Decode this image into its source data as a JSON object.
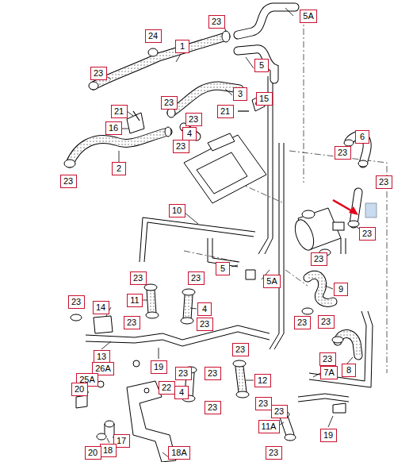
{
  "diagram": {
    "nodes": [
      {
        "text": [
          "23"
        ]
      },
      {
        "text": [
          "5A"
        ]
      },
      {
        "text": [
          "24"
        ]
      },
      {
        "text": [
          "1"
        ]
      },
      {
        "text": [
          "23"
        ]
      },
      {
        "text": [
          "5"
        ]
      },
      {
        "text": [
          "23"
        ]
      },
      {
        "text": [
          "3"
        ]
      },
      {
        "text": [
          "21"
        ]
      },
      {
        "text": [
          "15"
        ]
      },
      {
        "text": [
          "21"
        ]
      },
      {
        "text": [
          "16"
        ]
      },
      {
        "text": [
          "23"
        ]
      },
      {
        "text": [
          "4"
        ]
      },
      {
        "text": [
          "23"
        ]
      },
      {
        "text": [
          "6"
        ]
      },
      {
        "text": [
          "23"
        ]
      },
      {
        "text": [
          "23"
        ]
      },
      {
        "text": [
          "2"
        ]
      },
      {
        "text": [
          "23"
        ]
      },
      {
        "text": [
          "10"
        ]
      },
      {
        "text": [
          "23"
        ]
      },
      {
        "text": [
          "23"
        ]
      },
      {
        "text": [
          "5"
        ]
      },
      {
        "text": [
          "5A"
        ]
      },
      {
        "text": [
          "9"
        ]
      },
      {
        "text": [
          "23"
        ]
      },
      {
        "text": [
          "23"
        ]
      },
      {
        "text": [
          "11"
        ]
      },
      {
        "text": [
          "4"
        ]
      },
      {
        "text": [
          "23"
        ]
      },
      {
        "text": [
          "14"
        ]
      },
      {
        "text": [
          "23"
        ]
      },
      {
        "text": [
          "23"
        ]
      },
      {
        "text": [
          "23"
        ]
      },
      {
        "text": [
          "23"
        ]
      },
      {
        "text": [
          "23"
        ]
      },
      {
        "text": [
          "8"
        ]
      },
      {
        "text": [
          "13"
        ]
      },
      {
        "text": [
          "19"
        ]
      },
      {
        "text": [
          "26A"
        ]
      },
      {
        "text": [
          "25A"
        ]
      },
      {
        "text": [
          "23"
        ]
      },
      {
        "text": [
          "23"
        ]
      },
      {
        "text": [
          "7A"
        ]
      },
      {
        "text": [
          "20"
        ]
      },
      {
        "text": [
          "22"
        ]
      },
      {
        "text": [
          "4"
        ]
      },
      {
        "text": [
          "12"
        ]
      },
      {
        "text": [
          "23"
        ]
      },
      {
        "text": [
          "23"
        ]
      },
      {
        "text": [
          "23"
        ]
      },
      {
        "text": [
          "23"
        ]
      },
      {
        "text": [
          "11A"
        ]
      },
      {
        "text": [
          "19"
        ]
      },
      {
        "text": [
          "17"
        ]
      },
      {
        "text": [
          "23"
        ]
      },
      {
        "text": [
          "18"
        ]
      },
      {
        "text": [
          "20"
        ]
      },
      {
        "text": [
          "18A"
        ]
      }
    ],
    "edges": []
  }
}
